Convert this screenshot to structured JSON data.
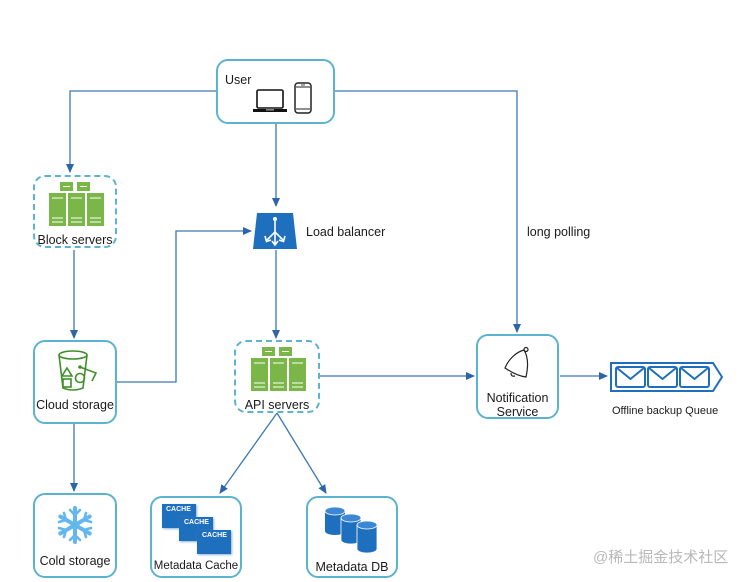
{
  "diagram": {
    "nodes": {
      "user": {
        "label": "User",
        "icons": [
          "laptop-icon",
          "smartphone-icon"
        ]
      },
      "block_servers": {
        "label": "Block servers",
        "icon": "server-rack-icon"
      },
      "load_balancer": {
        "label": "Load balancer",
        "icon": "load-balancer-icon"
      },
      "cloud_storage": {
        "label": "Cloud storage",
        "icon": "bucket-icon"
      },
      "api_servers": {
        "label": "API servers",
        "icon": "server-rack-icon"
      },
      "notification_service": {
        "label_line1": "Notification",
        "label_line2": "Service",
        "icon": "bell-icon"
      },
      "offline_queue": {
        "label": "Offline backup Queue",
        "icon": "message-queue-icon"
      },
      "cold_storage": {
        "label": "Cold storage",
        "icon": "snowflake-icon"
      },
      "metadata_cache": {
        "label": "Metadata Cache",
        "icon": "cache-icon",
        "cache_text": "CACHE"
      },
      "metadata_db": {
        "label": "Metadata DB",
        "icon": "database-icon"
      }
    },
    "edges": [
      {
        "from": "User",
        "to": "Block servers",
        "label": ""
      },
      {
        "from": "User",
        "to": "Load balancer",
        "label": ""
      },
      {
        "from": "User",
        "to": "Notification Service",
        "label": "long polling"
      },
      {
        "from": "Block servers",
        "to": "Cloud storage",
        "label": ""
      },
      {
        "from": "Cloud storage",
        "to": "Load balancer",
        "label": ""
      },
      {
        "from": "Cloud storage",
        "to": "Cold storage",
        "label": ""
      },
      {
        "from": "Load balancer",
        "to": "API servers",
        "label": ""
      },
      {
        "from": "API servers",
        "to": "Notification Service",
        "label": ""
      },
      {
        "from": "API servers",
        "to": "Metadata Cache",
        "label": ""
      },
      {
        "from": "API servers",
        "to": "Metadata DB",
        "label": ""
      },
      {
        "from": "Notification Service",
        "to": "Offline backup Queue",
        "label": ""
      }
    ],
    "edge_label_long_polling": "long polling",
    "colors": {
      "box_border": "#5bb3d0",
      "edge": "#3d78b0",
      "server_green": "#7ab648",
      "azure_blue": "#1f6fbf",
      "snowflake": "#63b7ee",
      "bucket_green": "#3f8f2a"
    }
  },
  "watermark": "@稀土掘金技术社区"
}
